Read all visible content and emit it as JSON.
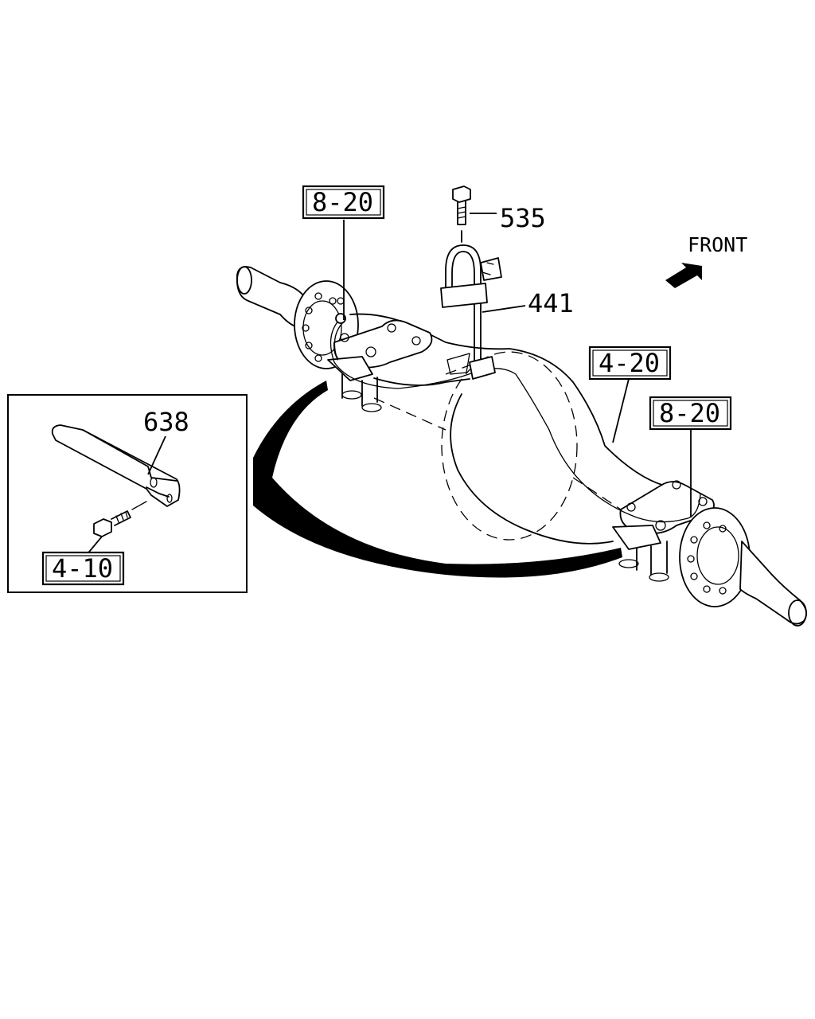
{
  "diagram": {
    "direction_label": "FRONT",
    "callouts": {
      "ref_8_20_left": "8-20",
      "part_535": "535",
      "part_441": "441",
      "ref_4_20": "4-20",
      "ref_8_20_right": "8-20",
      "part_638": "638",
      "ref_4_10": "4-10"
    }
  }
}
